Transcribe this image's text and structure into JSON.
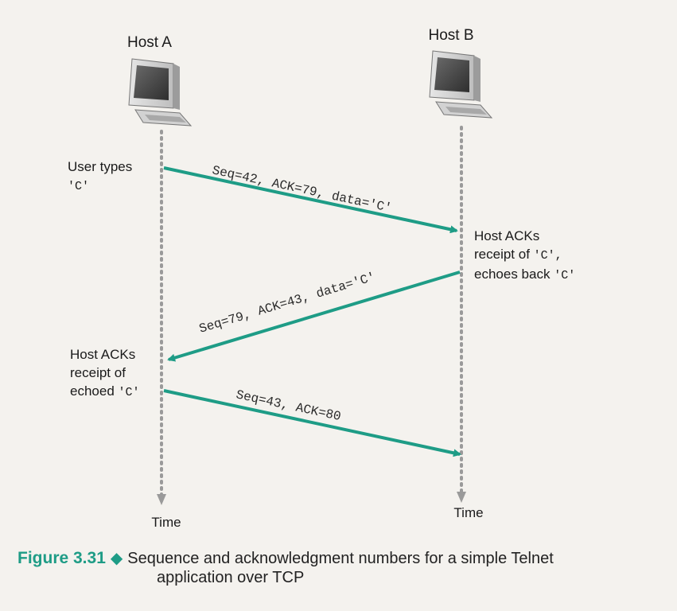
{
  "hosts": {
    "a": "Host A",
    "b": "Host B"
  },
  "time_labels": {
    "a": "Time",
    "b": "Time"
  },
  "messages": [
    {
      "label": "Seq=42, ACK=79, data='C'"
    },
    {
      "label": "Seq=79, ACK=43, data='C'"
    },
    {
      "label": "Seq=43, ACK=80"
    }
  ],
  "events": {
    "user_types": [
      "User types",
      "'C'"
    ],
    "host_b_ack": [
      "Host ACKs",
      "receipt of ",
      "'C',",
      "echoes back ",
      "'C'"
    ],
    "host_a_ack": [
      "Host ACKs",
      "receipt of",
      "echoed ",
      "'C'"
    ]
  },
  "caption": {
    "figure": "Figure 3.31",
    "text_line1": "Sequence and acknowledgment numbers for a simple Telnet",
    "text_line2": "application over TCP"
  },
  "colors": {
    "arrow": "#1e9c86",
    "timeline": "#9a9a9a"
  }
}
